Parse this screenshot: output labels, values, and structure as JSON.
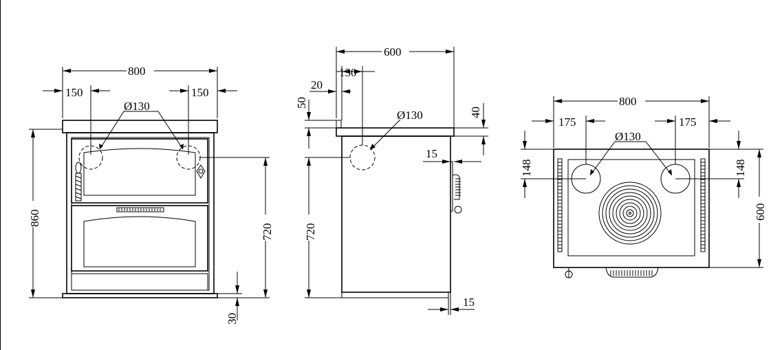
{
  "front_view": {
    "width": "800",
    "side_offset_left": "150",
    "side_offset_right": "150",
    "flue_diameter": "Ø130",
    "total_height": "860",
    "flue_height": "720",
    "plinth_height": "30"
  },
  "side_view": {
    "depth": "600",
    "flue_offset_a": "20",
    "flue_offset_b": "130",
    "top_offset": "50",
    "top_thickness": "40",
    "flue_diameter": "Ø130",
    "handle_projection": "15",
    "flue_height": "720",
    "foot_offset": "15"
  },
  "top_view": {
    "width": "800",
    "side_offset_left": "175",
    "side_offset_right": "175",
    "flue_diameter": "Ø130",
    "depth_offset_left": "148",
    "depth_offset_right": "148",
    "depth": "600"
  }
}
